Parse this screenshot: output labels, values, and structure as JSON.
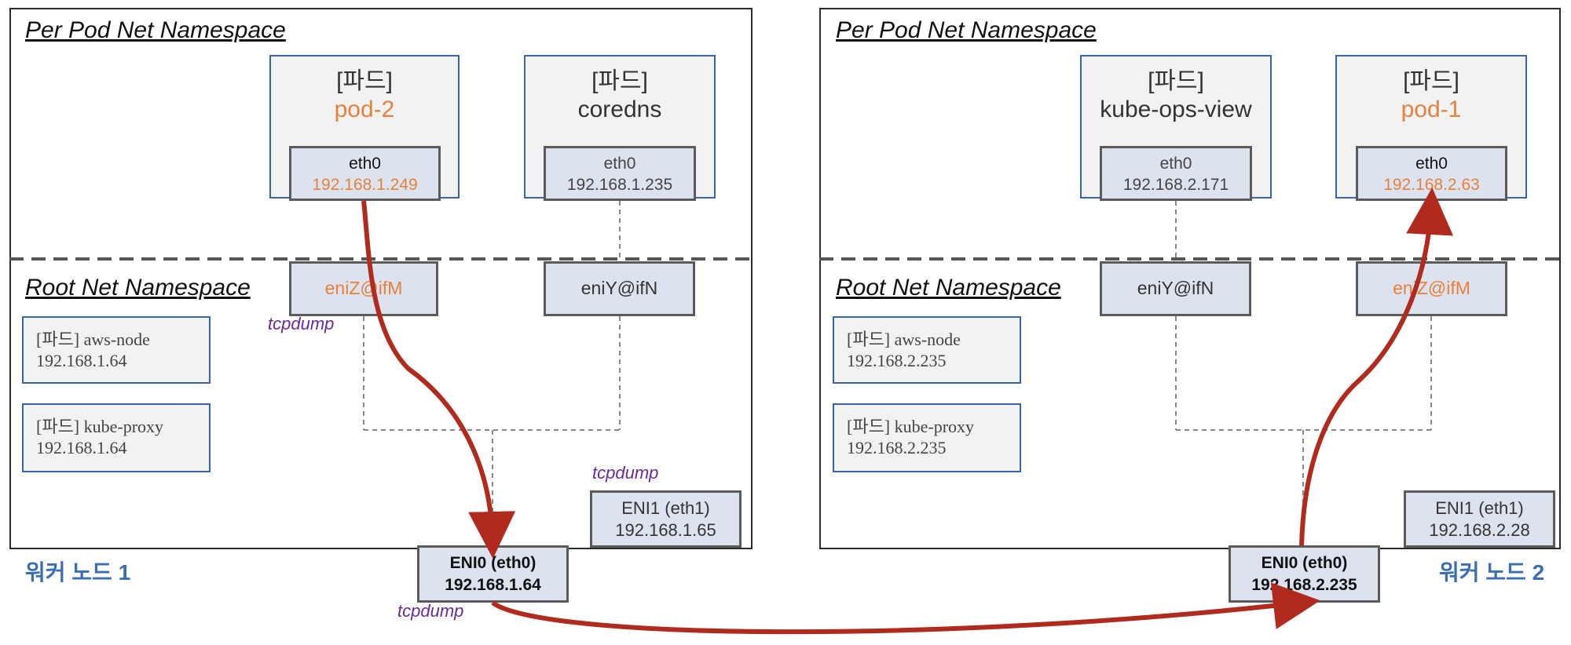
{
  "colors": {
    "orange": "#e8803a",
    "blue_border": "#3a64a8",
    "arrow": "#b02a1e",
    "tcpdump": "#6a2a9c",
    "worker_label": "#3b6fb5"
  },
  "per_pod_ns_label": "Per Pod  Net Namespace",
  "root_ns_label": "Root Net Namespace",
  "tcpdump_label": "tcpdump",
  "pod_tag": "[파드]",
  "node1": {
    "label": "워커 노드 1",
    "pods": [
      {
        "name": "pod-2",
        "eth_label": "eth0",
        "eth_ip": "192.168.1.249",
        "veth": "eniZ@ifM"
      },
      {
        "name": "coredns",
        "eth_label": "eth0",
        "eth_ip": "192.168.1.235",
        "veth": "eniY@ifN"
      }
    ],
    "system_pods": [
      {
        "line1": "[파드] aws-node",
        "line2": "192.168.1.64"
      },
      {
        "line1": "[파드] kube-proxy",
        "line2": "192.168.1.64"
      }
    ],
    "eni1": {
      "line1": "ENI1 (eth1)",
      "line2": "192.168.1.65"
    },
    "eni0": {
      "line1": "ENI0 (eth0)",
      "line2": "192.168.1.64"
    }
  },
  "node2": {
    "label": "워커 노드 2",
    "pods": [
      {
        "name": "kube-ops-view",
        "eth_label": "eth0",
        "eth_ip": "192.168.2.171",
        "veth": "eniY@ifN"
      },
      {
        "name": "pod-1",
        "eth_label": "eth0",
        "eth_ip": "192.168.2.63",
        "veth": "eniZ@ifM"
      }
    ],
    "system_pods": [
      {
        "line1": "[파드] aws-node",
        "line2": "192.168.2.235"
      },
      {
        "line1": "[파드] kube-proxy",
        "line2": "192.168.2.235"
      }
    ],
    "eni1": {
      "line1": "ENI1 (eth1)",
      "line2": "192.168.2.28"
    },
    "eni0": {
      "line1": "ENI0 (eth0)",
      "line2": "192.168.2.235"
    }
  }
}
